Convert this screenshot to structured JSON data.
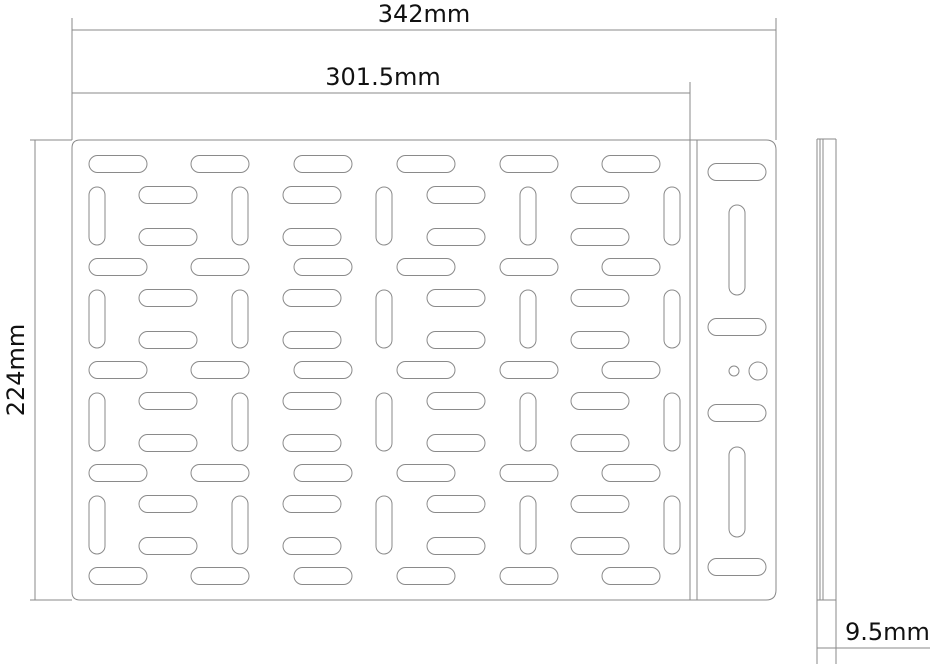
{
  "dimensions": {
    "overall_width": "342mm",
    "plate_width": "301.5mm",
    "height": "224mm",
    "thickness": "9.5mm"
  },
  "colors": {
    "line": "#8a8a8a",
    "text": "#111111"
  }
}
